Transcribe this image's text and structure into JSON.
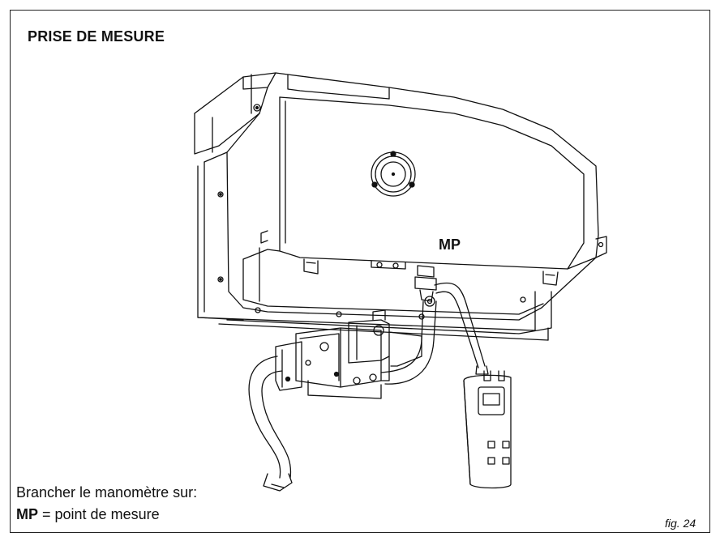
{
  "page": {
    "title": "PRISE DE MESURE",
    "mp_label": "MP",
    "caption_line1": "Brancher le manomètre sur:",
    "caption_line2_bold": "MP",
    "caption_line2_rest": " = point de mesure",
    "figure_number": "fig. 24"
  }
}
